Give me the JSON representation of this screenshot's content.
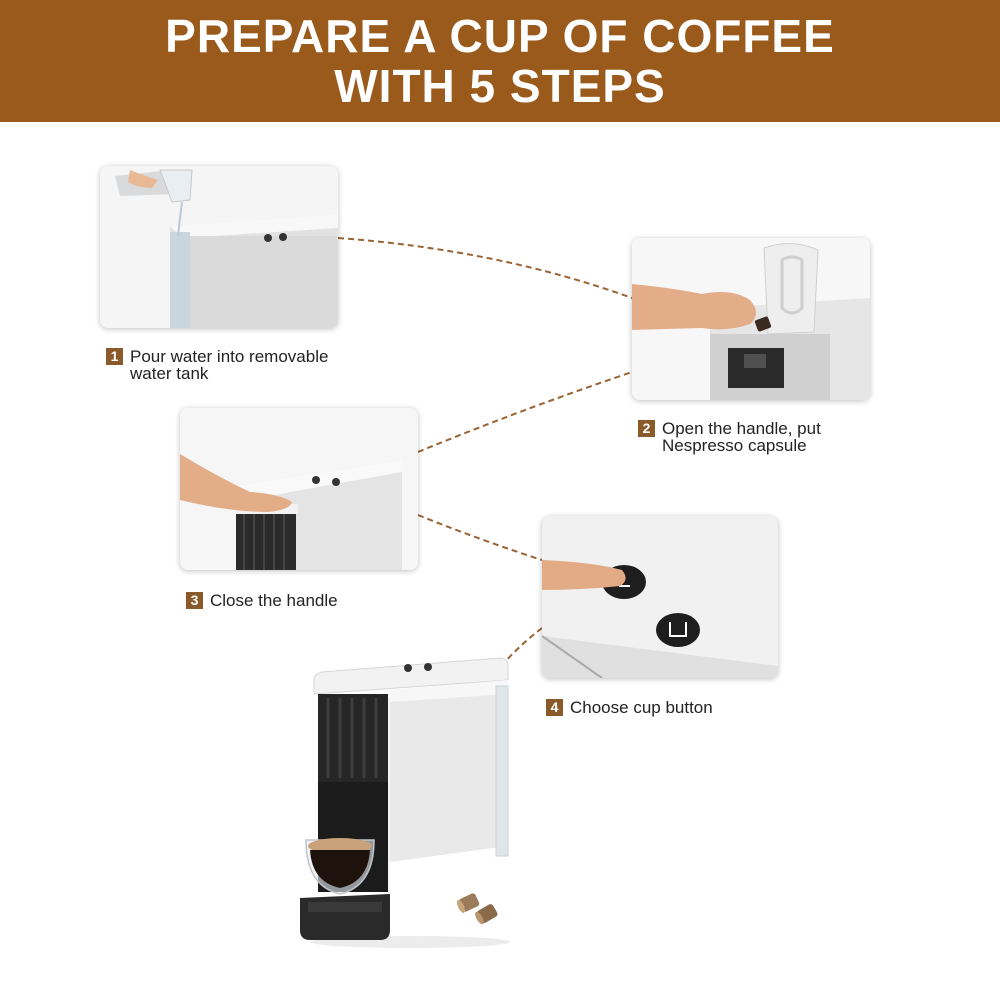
{
  "banner": {
    "title_line1": "PREPARE A CUP OF COFFEE",
    "title_line2": "WITH 5 STEPS"
  },
  "colors": {
    "banner": "#9a5a1c",
    "step_badge": "#8b5a2b",
    "connector": "#9a6332"
  },
  "steps": [
    {
      "number": "1",
      "text_line1": "Pour water into removable",
      "text_line2": "water tank"
    },
    {
      "number": "2",
      "text_line1": "Open the handle, put",
      "text_line2": "Nespresso capsule"
    },
    {
      "number": "3",
      "text_line1": "Close the handle",
      "text_line2": ""
    },
    {
      "number": "4",
      "text_line1": "Choose cup button",
      "text_line2": ""
    }
  ]
}
